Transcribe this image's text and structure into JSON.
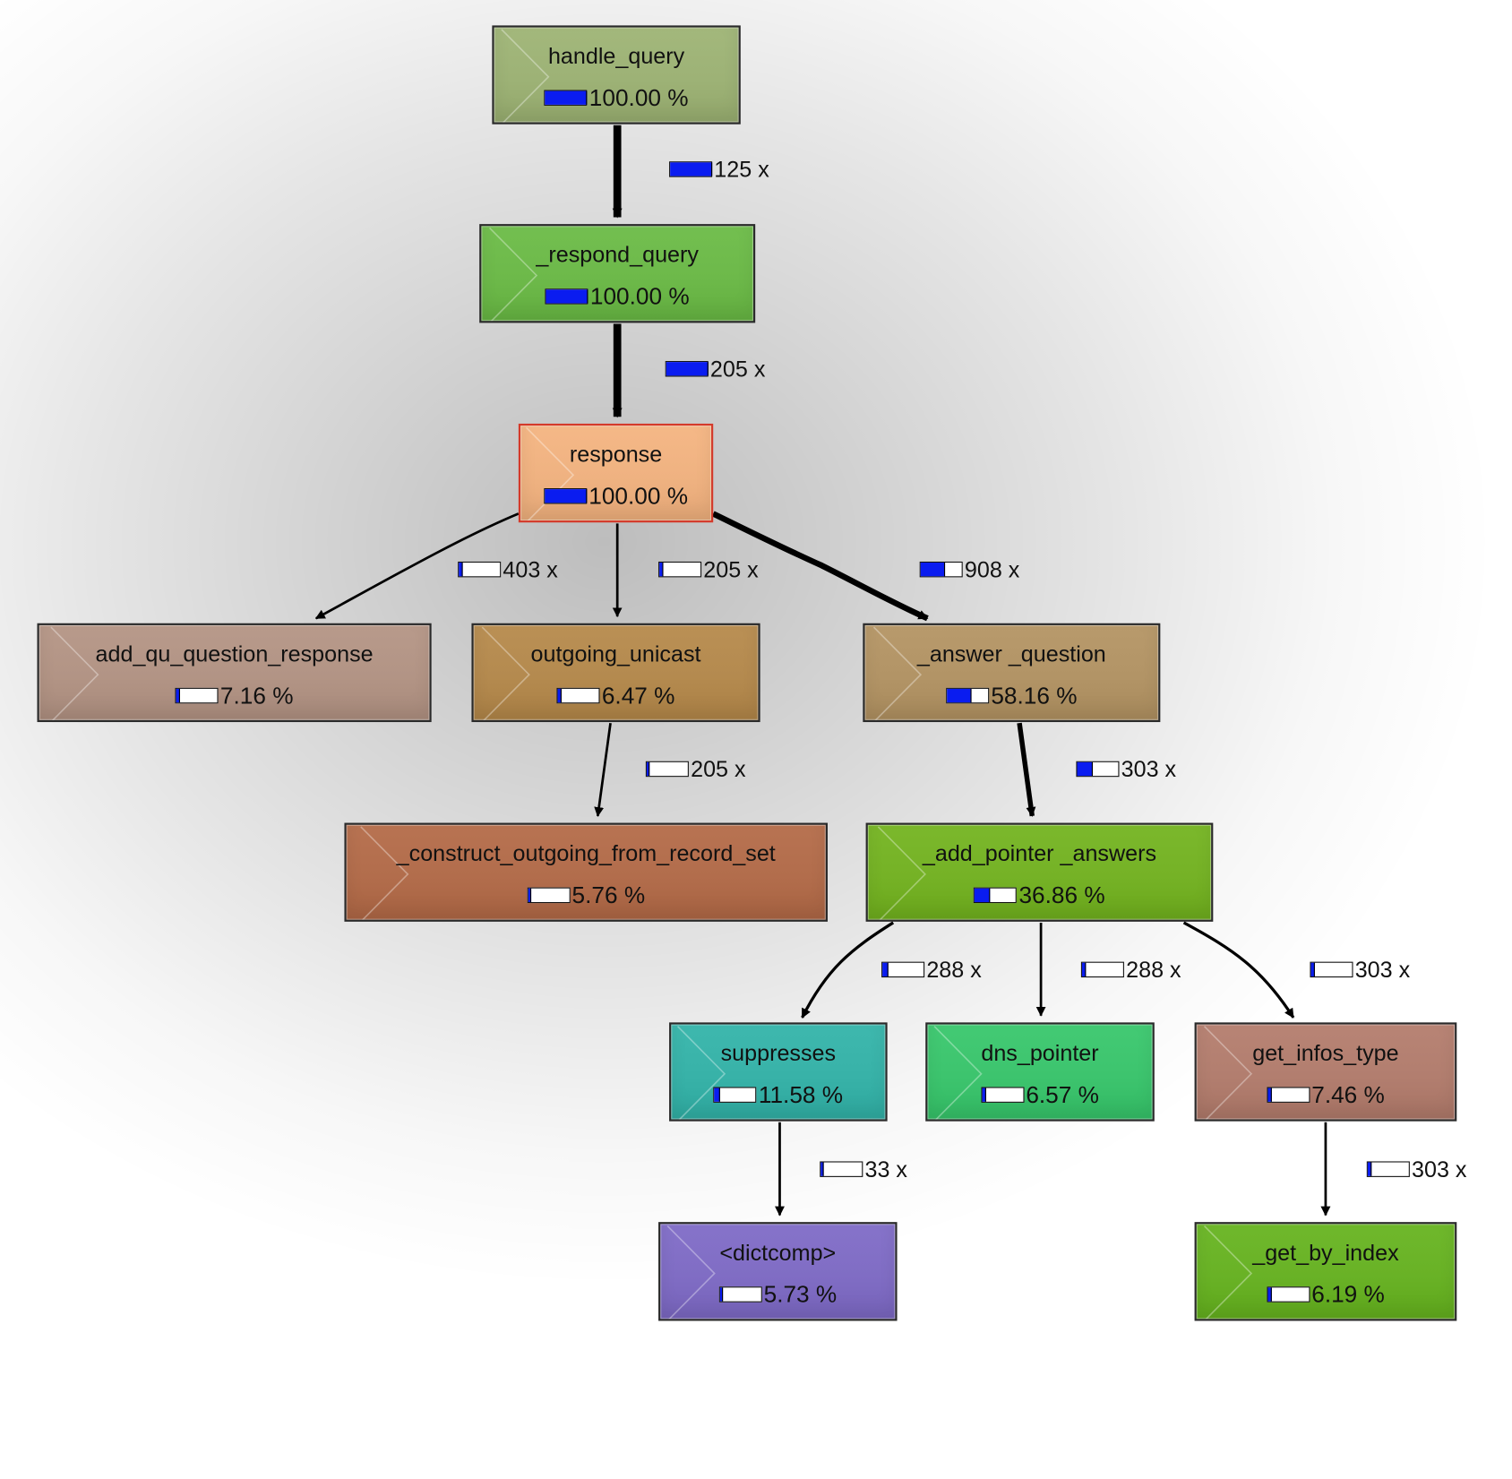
{
  "graph": {
    "nodes": [
      {
        "id": "handle_query",
        "name": "handle_query",
        "percent": "100.00 %",
        "fraction": 1.0,
        "color": "#9db276",
        "selected": false
      },
      {
        "id": "respond_query",
        "name": "_respond_query",
        "percent": "100.00 %",
        "fraction": 1.0,
        "color": "#6db94a",
        "selected": false
      },
      {
        "id": "response",
        "name": "response",
        "percent": "100.00 %",
        "fraction": 1.0,
        "color": "#efb281",
        "selected": true
      },
      {
        "id": "add_qu",
        "name": "add_qu_question_response",
        "percent": "7.16 %",
        "fraction": 0.0716,
        "color": "#b29485",
        "selected": false
      },
      {
        "id": "outgoing_unicast",
        "name": "outgoing_unicast",
        "percent": "6.47 %",
        "fraction": 0.0647,
        "color": "#b48a4f",
        "selected": false
      },
      {
        "id": "answer_question",
        "name": "_answer _question",
        "percent": "58.16 %",
        "fraction": 0.5816,
        "color": "#b29466",
        "selected": false
      },
      {
        "id": "construct",
        "name": "_construct_outgoing_from_record_set",
        "percent": "5.76 %",
        "fraction": 0.0576,
        "color": "#b26d4c",
        "selected": false
      },
      {
        "id": "add_pointer",
        "name": "_add_pointer _answers",
        "percent": "36.86 %",
        "fraction": 0.3686,
        "color": "#75b226",
        "selected": false
      },
      {
        "id": "suppresses",
        "name": "suppresses",
        "percent": "11.58 %",
        "fraction": 0.1158,
        "color": "#38b2a8",
        "selected": false
      },
      {
        "id": "dns_pointer",
        "name": "dns_pointer",
        "percent": "6.57 %",
        "fraction": 0.0657,
        "color": "#3dc46e",
        "selected": false
      },
      {
        "id": "get_infos",
        "name": "get_infos_type",
        "percent": "7.46 %",
        "fraction": 0.0746,
        "color": "#b27e6f",
        "selected": false
      },
      {
        "id": "dictcomp",
        "name": "<dictcomp>",
        "percent": "5.73 %",
        "fraction": 0.0573,
        "color": "#806dc4",
        "selected": false
      },
      {
        "id": "get_by_index",
        "name": "_get_by_index",
        "percent": "6.19 %",
        "fraction": 0.0619,
        "color": "#69b226",
        "selected": false
      }
    ],
    "edges": [
      {
        "from": "handle_query",
        "to": "respond_query",
        "calls": "125 x",
        "fraction": 1.0
      },
      {
        "from": "respond_query",
        "to": "response",
        "calls": "205 x",
        "fraction": 1.0
      },
      {
        "from": "response",
        "to": "add_qu",
        "calls": "403 x",
        "fraction": 0.0716
      },
      {
        "from": "response",
        "to": "outgoing_unicast",
        "calls": "205 x",
        "fraction": 0.0647
      },
      {
        "from": "response",
        "to": "answer_question",
        "calls": "908 x",
        "fraction": 0.5816
      },
      {
        "from": "outgoing_unicast",
        "to": "construct",
        "calls": "205 x",
        "fraction": 0.0576
      },
      {
        "from": "answer_question",
        "to": "add_pointer",
        "calls": "303 x",
        "fraction": 0.3686
      },
      {
        "from": "add_pointer",
        "to": "suppresses",
        "calls": "288 x",
        "fraction": 0.1158
      },
      {
        "from": "add_pointer",
        "to": "dns_pointer",
        "calls": "288 x",
        "fraction": 0.0657
      },
      {
        "from": "add_pointer",
        "to": "get_infos",
        "calls": "303 x",
        "fraction": 0.0746
      },
      {
        "from": "suppresses",
        "to": "dictcomp",
        "calls": "33 x",
        "fraction": 0.0573
      },
      {
        "from": "get_infos",
        "to": "get_by_index",
        "calls": "303 x",
        "fraction": 0.0619
      }
    ]
  }
}
